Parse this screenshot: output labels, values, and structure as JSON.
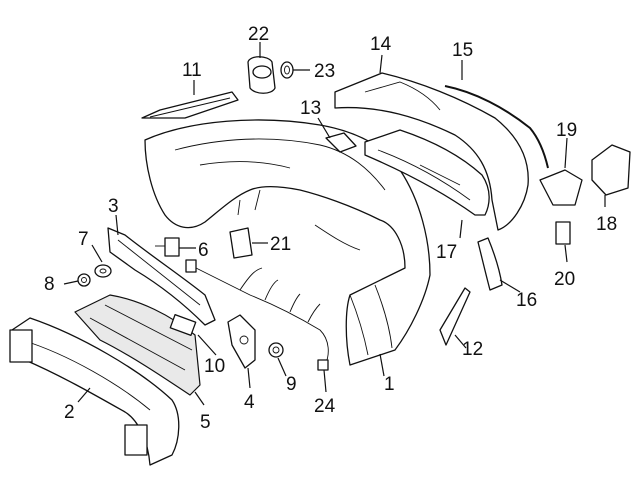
{
  "diagram": {
    "type": "exploded-parts-diagram",
    "callouts": [
      {
        "id": "1",
        "label": "1"
      },
      {
        "id": "2",
        "label": "2"
      },
      {
        "id": "3",
        "label": "3"
      },
      {
        "id": "4",
        "label": "4"
      },
      {
        "id": "5",
        "label": "5"
      },
      {
        "id": "6",
        "label": "6"
      },
      {
        "id": "7",
        "label": "7"
      },
      {
        "id": "8",
        "label": "8"
      },
      {
        "id": "9",
        "label": "9"
      },
      {
        "id": "10",
        "label": "10"
      },
      {
        "id": "11",
        "label": "11"
      },
      {
        "id": "12",
        "label": "12"
      },
      {
        "id": "13",
        "label": "13"
      },
      {
        "id": "14",
        "label": "14"
      },
      {
        "id": "15",
        "label": "15"
      },
      {
        "id": "16",
        "label": "16"
      },
      {
        "id": "17",
        "label": "17"
      },
      {
        "id": "18",
        "label": "18"
      },
      {
        "id": "19",
        "label": "19"
      },
      {
        "id": "20",
        "label": "20"
      },
      {
        "id": "21",
        "label": "21"
      },
      {
        "id": "22",
        "label": "22"
      },
      {
        "id": "23",
        "label": "23"
      },
      {
        "id": "24",
        "label": "24"
      }
    ]
  }
}
